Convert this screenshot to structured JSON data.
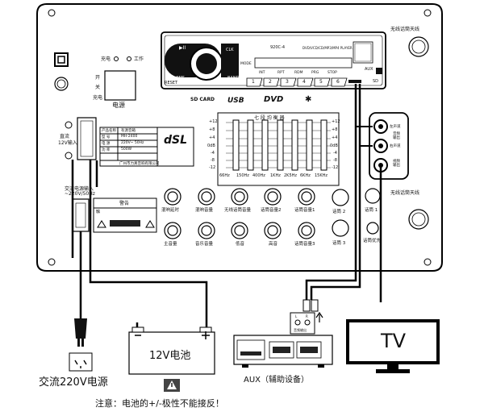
{
  "panel": {
    "wireless_mic_antenna_top": "无线话筒天线",
    "wireless_mic_antenna_right": "无线话筒天线",
    "led_charge": "充电",
    "led_work": "工作",
    "power_switch_on": "开",
    "power_switch_off": "关",
    "power_switch_charge": "充电",
    "power_label": "电源",
    "dc_input_label_1": "直流",
    "dc_input_label_2": "12V输入",
    "ac_input_label_1": "交流电源输入",
    "ac_input_label_2": "~220V/50Hz",
    "rca_left": "左声道",
    "rca_audio_out": "音频输出",
    "rca_right": "右声道",
    "rca_video_out": "视频输出",
    "nameplate": {
      "rows": [
        [
          "产品名称",
          "有源音箱"
        ],
        [
          "型 号",
          "MH-2400"
        ],
        [
          "电 源",
          "220V~ 50Hz"
        ],
        [
          "功 率",
          "500W"
        ],
        [
          "",
          "广州市力真音响有限公司"
        ]
      ],
      "brand": "dSL"
    },
    "warning_label": "警告",
    "warning_sub": "触",
    "slots": [
      "SD CARD",
      "USB",
      "DVD"
    ]
  },
  "player": {
    "model": "920C-4",
    "model_desc": "DVD/VCD/CD/MP3/MP4 PLAYER",
    "buttons": [
      "INT",
      "RPT",
      "RDM",
      "PRG",
      "STOP"
    ],
    "numbers": [
      "1",
      "2",
      "3",
      "4",
      "5",
      "6"
    ],
    "labels": {
      "clk": "CLK",
      "reset": "RESET",
      "ams": "AMS",
      "band": "BAND",
      "mode": "MODE",
      "aux": "AUX",
      "sd": "SD",
      "play": "▶II"
    }
  },
  "eq": {
    "title": "七 段 均 衡 器",
    "scale": [
      "+12",
      "+8",
      "+4",
      "0dB",
      "-4",
      "-8",
      "-12"
    ],
    "bands": [
      "66Hz",
      "150Hz",
      "400Hz",
      "1KHz",
      "2K5Hz",
      "6KHz",
      "15KHz"
    ]
  },
  "knobs": {
    "row1": [
      "混响延时",
      "混响音量",
      "无线话筒音量",
      "话筒音量2",
      "话筒音量1"
    ],
    "row2": [
      "主音量",
      "音乐音量",
      "低音",
      "高音",
      "话筒音量3"
    ]
  },
  "jacks": {
    "mic2": "话筒 2",
    "mic1": "话筒 1",
    "mic3": "话筒 3",
    "mic_priority": "话筒优先"
  },
  "external": {
    "battery": "12V电池",
    "ac_source": "交流220V电源",
    "aux_device": "AUX（辅助设备）",
    "tv": "TV",
    "audio_out_tag": "音频输出",
    "lr_l": "L",
    "lr_r": "R",
    "note": "注意：电池的+/-极性不能接反！"
  }
}
